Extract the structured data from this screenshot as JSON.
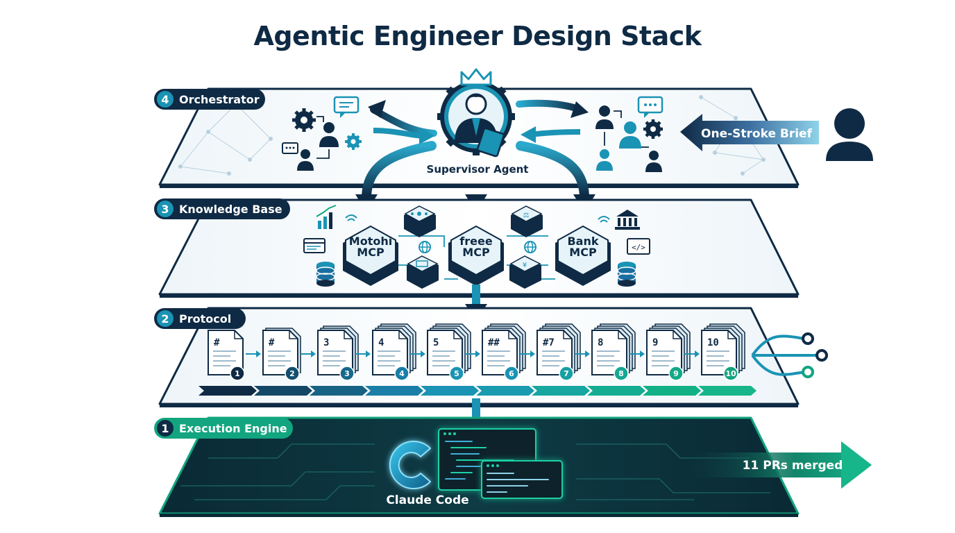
{
  "title": "Agentic Engineer Design Stack",
  "layers": [
    {
      "number": "4",
      "label": "Orchestrator"
    },
    {
      "number": "3",
      "label": "Knowledge Base"
    },
    {
      "number": "2",
      "label": "Protocol"
    },
    {
      "number": "1",
      "label": "Execution Engine"
    }
  ],
  "orchestrator": {
    "center_label": "Supervisor Agent",
    "brief_label": "One-Stroke Brief"
  },
  "knowledge_base": {
    "nodes": [
      {
        "line1": "Motohi",
        "line2": "MCP"
      },
      {
        "line1": "freee",
        "line2": "MCP"
      },
      {
        "line1": "Bank",
        "line2": "MCP"
      }
    ]
  },
  "protocol": {
    "docs": [
      {
        "head": "#",
        "num": "1"
      },
      {
        "head": "#",
        "num": "2"
      },
      {
        "head": "3",
        "num": "3"
      },
      {
        "head": "4",
        "num": "4"
      },
      {
        "head": "5",
        "num": "5"
      },
      {
        "head": "##",
        "num": "6"
      },
      {
        "head": "#7",
        "num": "7"
      },
      {
        "head": "8",
        "num": "8"
      },
      {
        "head": "9",
        "num": "9"
      },
      {
        "head": "10",
        "num": "10"
      }
    ]
  },
  "execution": {
    "engine_label": "Claude Code",
    "output_label": "11 PRs merged"
  },
  "colors": {
    "navy": "#0f2a44",
    "teal": "#1a93b4",
    "green": "#12a57f",
    "dark_panel": "#0b2f3a"
  }
}
